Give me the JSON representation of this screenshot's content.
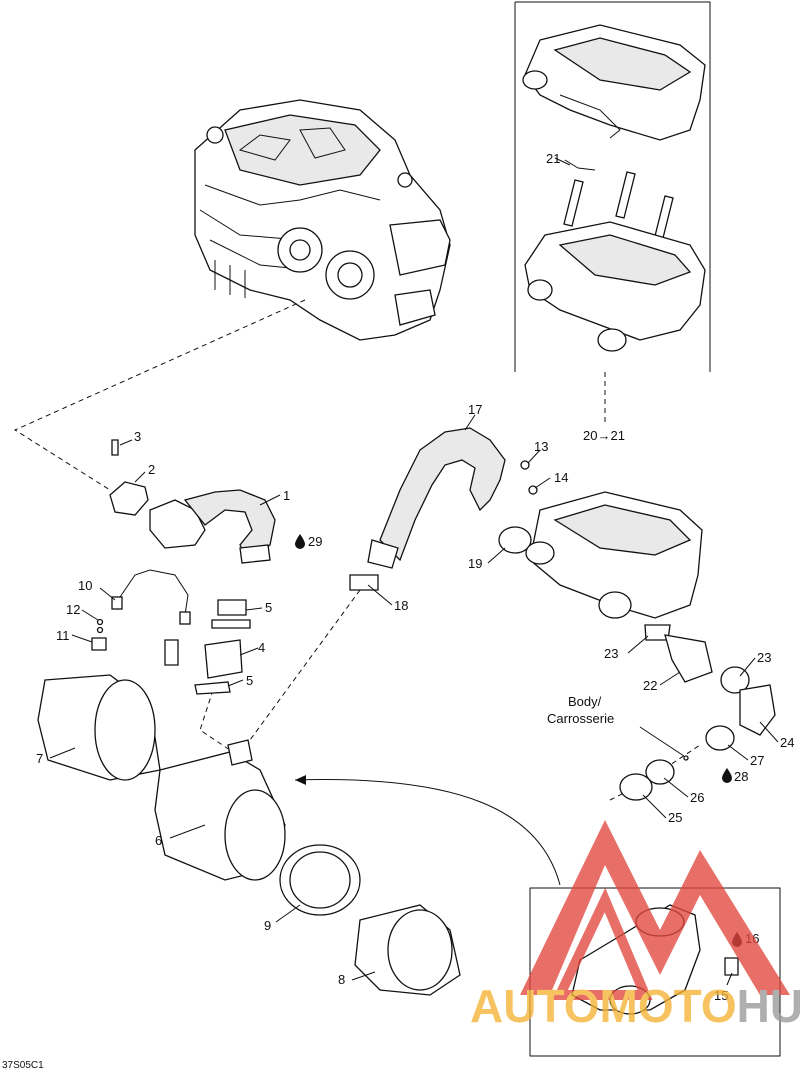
{
  "diagram_id": "37S05C1",
  "callout_labels": {
    "c1": "1",
    "c2": "2",
    "c3": "3",
    "c4": "4",
    "c5a": "5",
    "c5b": "5",
    "c6": "6",
    "c7": "7",
    "c8": "8",
    "c9": "9",
    "c10": "10",
    "c11": "11",
    "c12": "12",
    "c13": "13",
    "c14": "14",
    "c15": "15",
    "c16": "16",
    "c17": "17",
    "c18": "18",
    "c19": "19",
    "c21": "21",
    "c22": "22",
    "c23a": "23",
    "c23b": "23",
    "c24": "24",
    "c25": "25",
    "c26": "26",
    "c27": "27",
    "c28": "28",
    "c29": "29"
  },
  "supersession": "20→21",
  "body_label_line1": "Body/",
  "body_label_line2": "Carrosserie",
  "watermark": {
    "part1": "AUTO",
    "part2": "MOTO",
    "part3": "HUB",
    "color_orange": "#f5b335",
    "color_gray": "#999999",
    "color_red": "#e2473d"
  }
}
